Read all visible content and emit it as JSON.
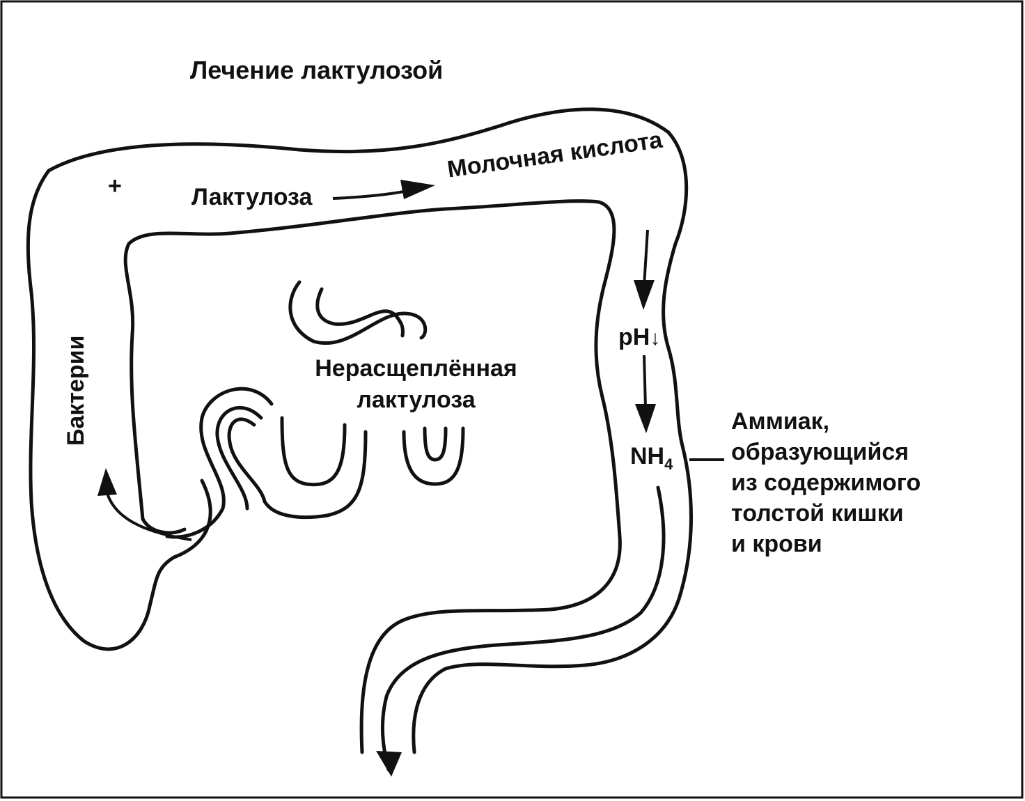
{
  "title": "Лечение лактулозой",
  "labels": {
    "plus": "+",
    "lactulose": "Лактулоза",
    "lactic_acid": "Молочная кислота",
    "ph": "pH",
    "ph_arrow": "↓",
    "nh": "NH",
    "nh_sub": "4",
    "bacteria": "Бактерии",
    "undigested_line1": "Нерасщеплённая",
    "undigested_line2": "лактулоза",
    "ammonia_lines": [
      "Аммиак,",
      "образующийся",
      "из содержимого",
      "толстой кишки",
      "и крови"
    ]
  },
  "colors": {
    "ink": "#111111",
    "paper": "#ffffff"
  }
}
